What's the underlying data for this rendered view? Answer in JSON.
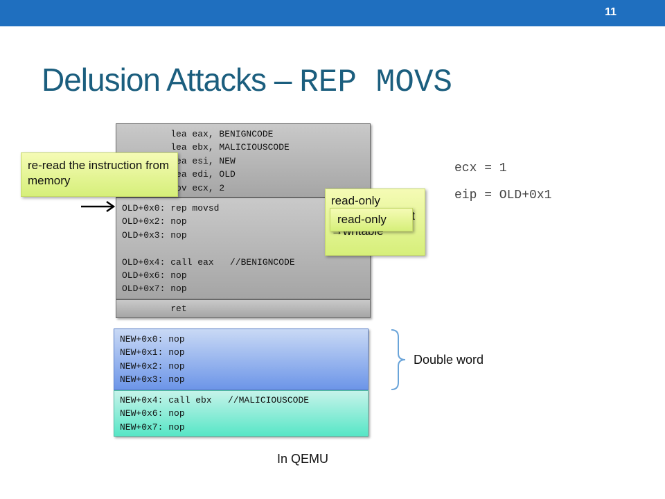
{
  "slide": {
    "page_number": "11",
    "title_text": "Delusion Attacks – ",
    "title_code": "REP MOVS"
  },
  "code_blocks": {
    "setup": "         lea eax, BENIGNCODE\n         lea ebx, MALICIOUSCODE\n         lea esi, NEW\n         lea edi, OLD\n         mov ecx, 2",
    "old": "OLD+0x0: rep movsd\nOLD+0x2: nop\nOLD+0x3: nop\n\nOLD+0x4: call eax   //BENIGNCODE\nOLD+0x6: nop\nOLD+0x7: nop",
    "ret": "         ret",
    "new_top": "NEW+0x0: nop\nNEW+0x1: nop\nNEW+0x2: nop\nNEW+0x3: nop",
    "new_bottom": "NEW+0x4: call ebx   //MALICIOUSCODE\nNEW+0x6: nop\nNEW+0x7: nop"
  },
  "callouts": {
    "reread": "re-read the instruction from memory",
    "readonly_line1": "read-only",
    "readonly_line2_suffix": "t",
    "readonly_line3_arrow": "→",
    "readonly_line3": "writable",
    "readonly_small": "read-only"
  },
  "registers": {
    "ecx": "ecx = 1",
    "eip": "eip = OLD+0x1"
  },
  "labels": {
    "double_word": "Double word",
    "in_qemu": "In QEMU"
  },
  "colors": {
    "topbar": "#1f6fbf",
    "title": "#1b5e7e"
  }
}
